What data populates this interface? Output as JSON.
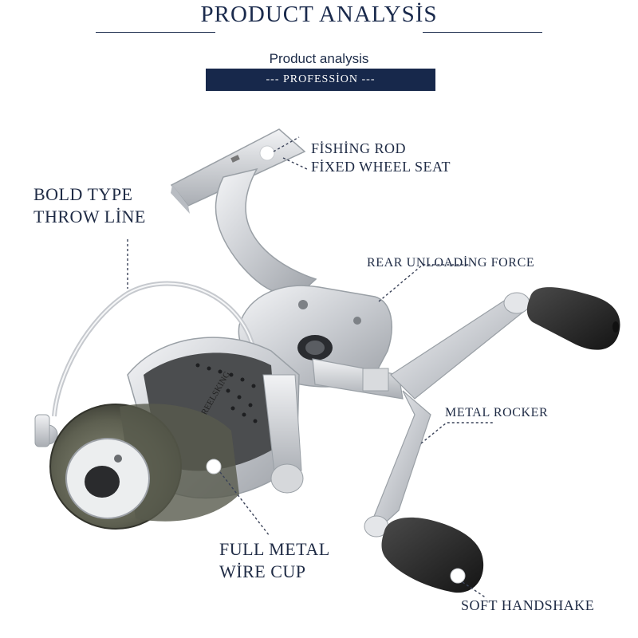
{
  "header": {
    "title": "PRODUCT ANALYSİS",
    "subtitle": "Product analysis",
    "badge": "---    PROFESSİON    ---"
  },
  "callouts": {
    "seat_line1": "FİSHİNG ROD",
    "seat_line2": "FİXED WHEEL SEAT",
    "bail_line1": "BOLD TYPE",
    "bail_line2": "THROW LİNE",
    "rear": "REAR UNLOADİNG FORCE",
    "rocker": "METAL ROCKER",
    "cup_line1": "FULL METAL",
    "cup_line2": "WİRE CUP",
    "knob": "SOFT HANDSHAKE"
  },
  "product": {
    "brand_text": "REELSKING"
  },
  "colors": {
    "navy": "#17284b",
    "label_text": "#1f2b45",
    "spool": "#5f6151",
    "body_silver": "#d7d9dc",
    "knob_black": "#2a2a2a"
  }
}
